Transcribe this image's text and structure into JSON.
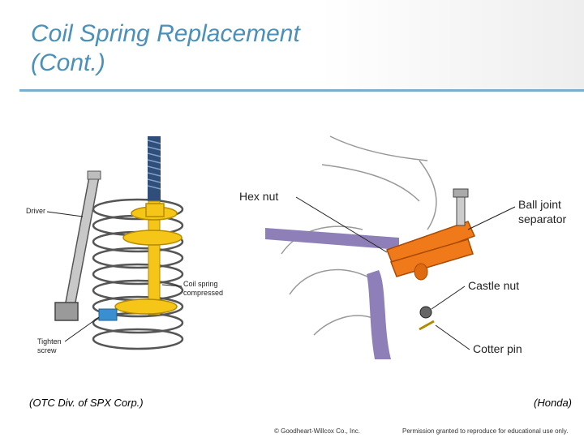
{
  "slide": {
    "title_line1": "Coil Spring Replacement",
    "title_line2": "(Cont.)"
  },
  "figure_left": {
    "labels": {
      "driver": "Driver",
      "coil_spring_line1": "Coil spring",
      "coil_spring_line2": "compressed",
      "tighten_line1": "Tighten",
      "tighten_line2": "screw"
    },
    "caption": "(OTC Div. of SPX Corp.)"
  },
  "figure_right": {
    "labels": {
      "hex_nut": "Hex nut",
      "ball_joint_line1": "Ball joint",
      "ball_joint_line2": "separator",
      "castle_nut": "Castle nut",
      "cotter_pin": "Cotter pin"
    },
    "caption": "(Honda)"
  },
  "footer": {
    "copyright": "© Goodheart-Willcox Co., Inc.",
    "permission": "Permission granted to reproduce for educational use only."
  },
  "colors": {
    "title": "#4a90b8",
    "rule": "#7aaecb",
    "orange": "#f07a1a",
    "yellow": "#f5c518",
    "purple": "#8f7fb8",
    "blue": "#2a6fa8"
  }
}
